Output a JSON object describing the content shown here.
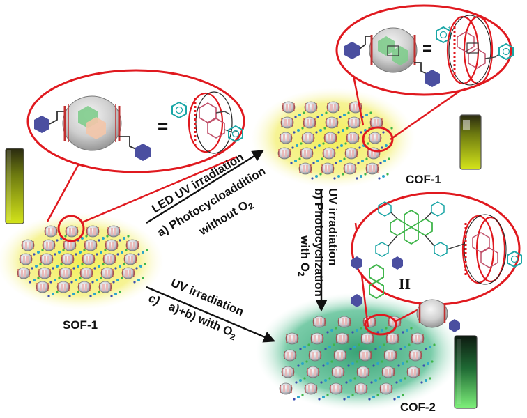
{
  "colors": {
    "highlight_red": "#e0191f",
    "yellow_glow": "#f4f07a",
    "green_glow": "#4fb98a",
    "pyridinium_teal": "#1aa6a6",
    "phenyl_green": "#3fb54a",
    "hexagon_purple": "#4b4fa0"
  },
  "labels": {
    "sof1": "SOF-1",
    "cof1": "COF-1",
    "cof2": "COF-2"
  },
  "arrows": {
    "a_line1": "LED UV irradiation",
    "a_line2": "a) Photocycloaddition",
    "a_line3_text": "without O",
    "b_line1": "UV irradiation",
    "b_line2": "b) Photocyclization",
    "b_line3_text": "with O",
    "c_line1": "UV irradiation",
    "c_prefix": "c)",
    "c_line2_text": "a)+b) with O",
    "oxygen_sub": "2"
  },
  "structure": {
    "equals_sign": "=",
    "cation_sign": "+",
    "parallel_sign": "II"
  },
  "icons": {
    "vial": "fluorescent-vial-icon",
    "cucurbituril": "cucurbituril-host-icon",
    "hexagon": "hexagon-guest-icon",
    "pyridinium": "pyridinium-ring-icon"
  }
}
